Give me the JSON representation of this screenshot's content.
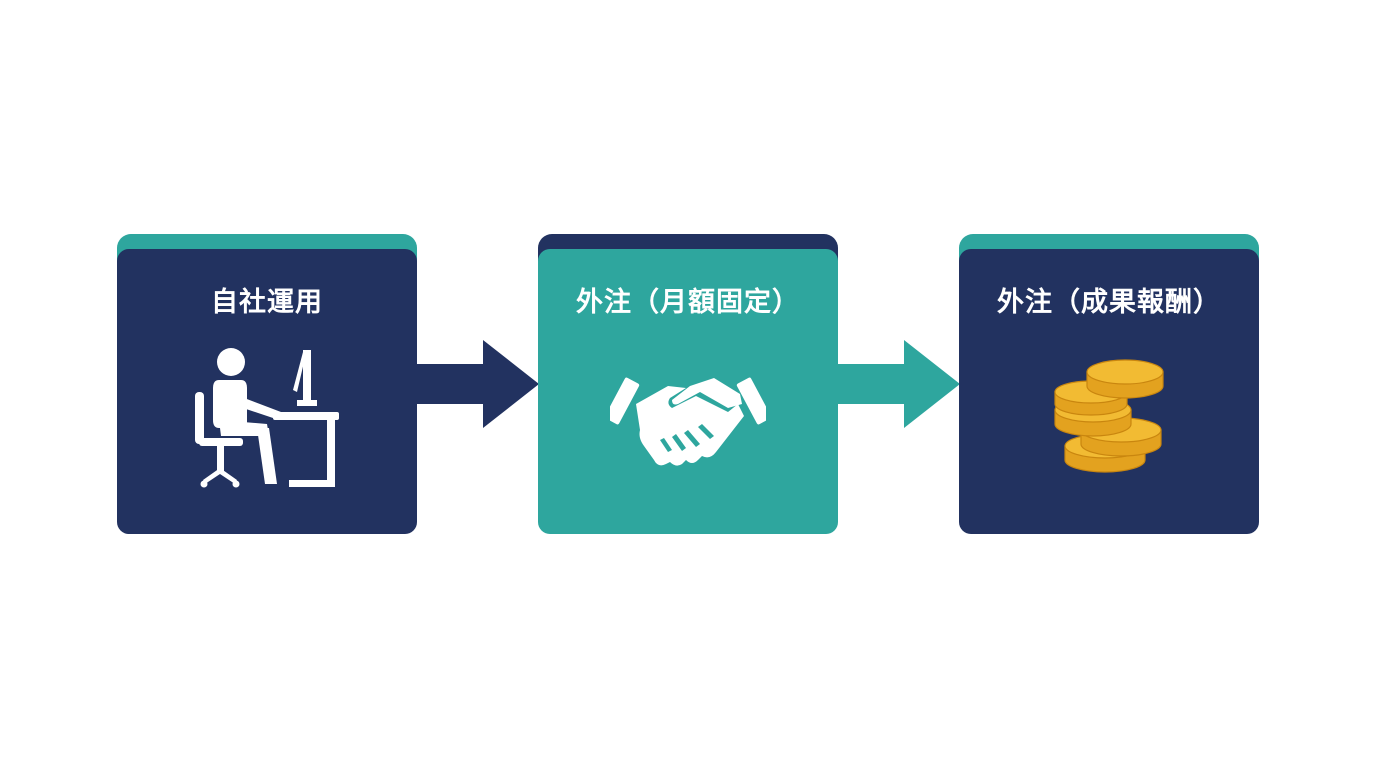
{
  "colors": {
    "navy": "#223260",
    "teal": "#2ea69e",
    "gold": "#f0b629",
    "gold_dark": "#d49518",
    "white": "#ffffff"
  },
  "steps": [
    {
      "title": "自社運用",
      "icon": "person-at-desk-icon"
    },
    {
      "title": "外注（月額固定）",
      "icon": "handshake-icon"
    },
    {
      "title": "外注（成果報酬）",
      "icon": "coins-stack-icon"
    }
  ],
  "arrows": [
    {
      "from": 0,
      "to": 1,
      "color": "navy"
    },
    {
      "from": 1,
      "to": 2,
      "color": "teal"
    }
  ]
}
